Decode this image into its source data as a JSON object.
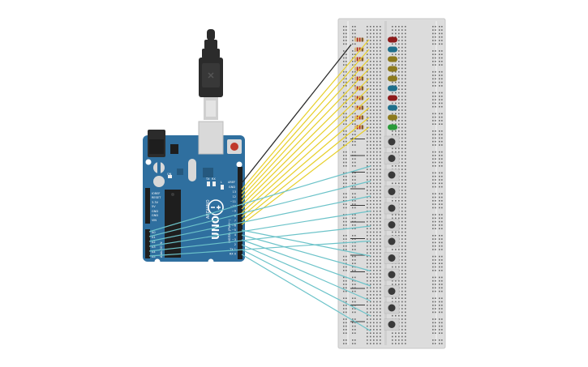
{
  "board": {
    "brand": "ARDUINO",
    "model": "UNO",
    "on_label": "ON",
    "tx_label": "TX",
    "rx_label": "RX",
    "l_label": "L",
    "ioref": "IOREF",
    "reset": "RESET",
    "v33": "3.3V",
    "v5": "5V",
    "gnd": "GND",
    "vin": "VIN",
    "aref": "AREF",
    "analog_in": "ANALOG IN",
    "digital": "DIGITAL (PWM~)",
    "digital_pins": [
      "13",
      "12",
      "~11",
      "~10",
      "~9",
      "8",
      "7",
      "~6",
      "~5",
      "4",
      "~3",
      "2",
      "TX 1",
      "RX 0"
    ],
    "analog_pins": [
      "A0",
      "A1",
      "A2",
      "A3",
      "A4",
      "A5"
    ]
  },
  "colors": {
    "board": "#2f6f9f",
    "board_dark": "#25587e",
    "breadboard": "#dcdcdc",
    "hole": "#6a6a6a",
    "wire_yellow": "#e7cf2a",
    "wire_teal": "#6cc3c9",
    "wire_black": "#2a2a2a",
    "usb": "#2b2b2b"
  },
  "leds": [
    {
      "color": "#8e1c1c"
    },
    {
      "color": "#1f6f8b"
    },
    {
      "color": "#8c7a1e"
    },
    {
      "color": "#8c7a1e"
    },
    {
      "color": "#8c7a1e"
    },
    {
      "color": "#1f6f8b"
    },
    {
      "color": "#8e1c1c"
    },
    {
      "color": "#1f6f8b"
    },
    {
      "color": "#8c7a1e"
    },
    {
      "color": "#2a9a3a"
    }
  ],
  "buttons_count": 12
}
